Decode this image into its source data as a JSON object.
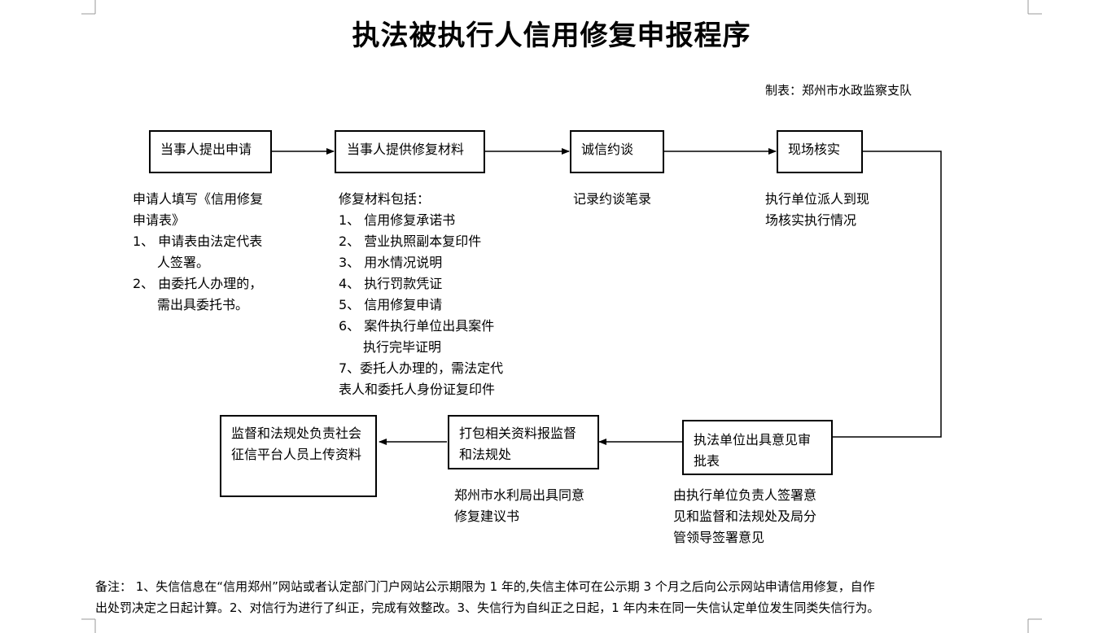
{
  "title": "执法被执行人信用修复申报程序",
  "maker": "制表：郑州市水政监察支队",
  "steps": [
    {
      "label": "当事人提出申请"
    },
    {
      "label": "当事人提供修复材料"
    },
    {
      "label": "诚信约谈"
    },
    {
      "label": "现场核实"
    },
    {
      "label": "执法单位出具意见审批表"
    },
    {
      "label": "打包相关资料报监督和法规处"
    },
    {
      "label": "监督和法规处负责社会征信平台人员上传资料"
    }
  ],
  "notes": {
    "apply": {
      "lines": [
        "申请人填写《信用修复",
        "申请表》"
      ],
      "items": [
        {
          "line1": "1、 申请表由法定代表",
          "line2": "人签署。"
        },
        {
          "line1": "2、 由委托人办理的，",
          "line2": "需出具委托书。"
        }
      ]
    },
    "materials": {
      "heading": "修复材料包括：",
      "items": [
        "1、 信用修复承诺书",
        "2、 营业执照副本复印件",
        "3、 用水情况说明",
        "4、 执行罚款凭证",
        "5、 信用修复申请",
        "6、 案件执行单位出具案件"
      ],
      "item6_cont": "执行完毕证明",
      "item7": [
        "7、委托人办理的，需法定代",
        "表人和委托人身份证复印件"
      ]
    },
    "interview": "记录约谈笔录",
    "verify": [
      "执行单位派人到现",
      "场核实执行情况"
    ],
    "approval": [
      "由执行单位负责人签署意",
      "见和监督和法规处及局分",
      "管领导签署意见"
    ],
    "package": [
      "郑州市水利局出具同意",
      "修复建议书"
    ]
  },
  "footer": {
    "line1": "备注：  1、失信信息在“信用郑州”网站或者认定部门门户网站公示期限为 1 年的,失信主体可在公示期 3 个月之后向公示网站申请信用修复，自作",
    "line2": "出处罚决定之日起计算。2、对信行为进行了纠正，完成有效整改。3、失信行为自纠正之日起，1 年内未在同一失信认定单位发生同类失信行为。"
  }
}
